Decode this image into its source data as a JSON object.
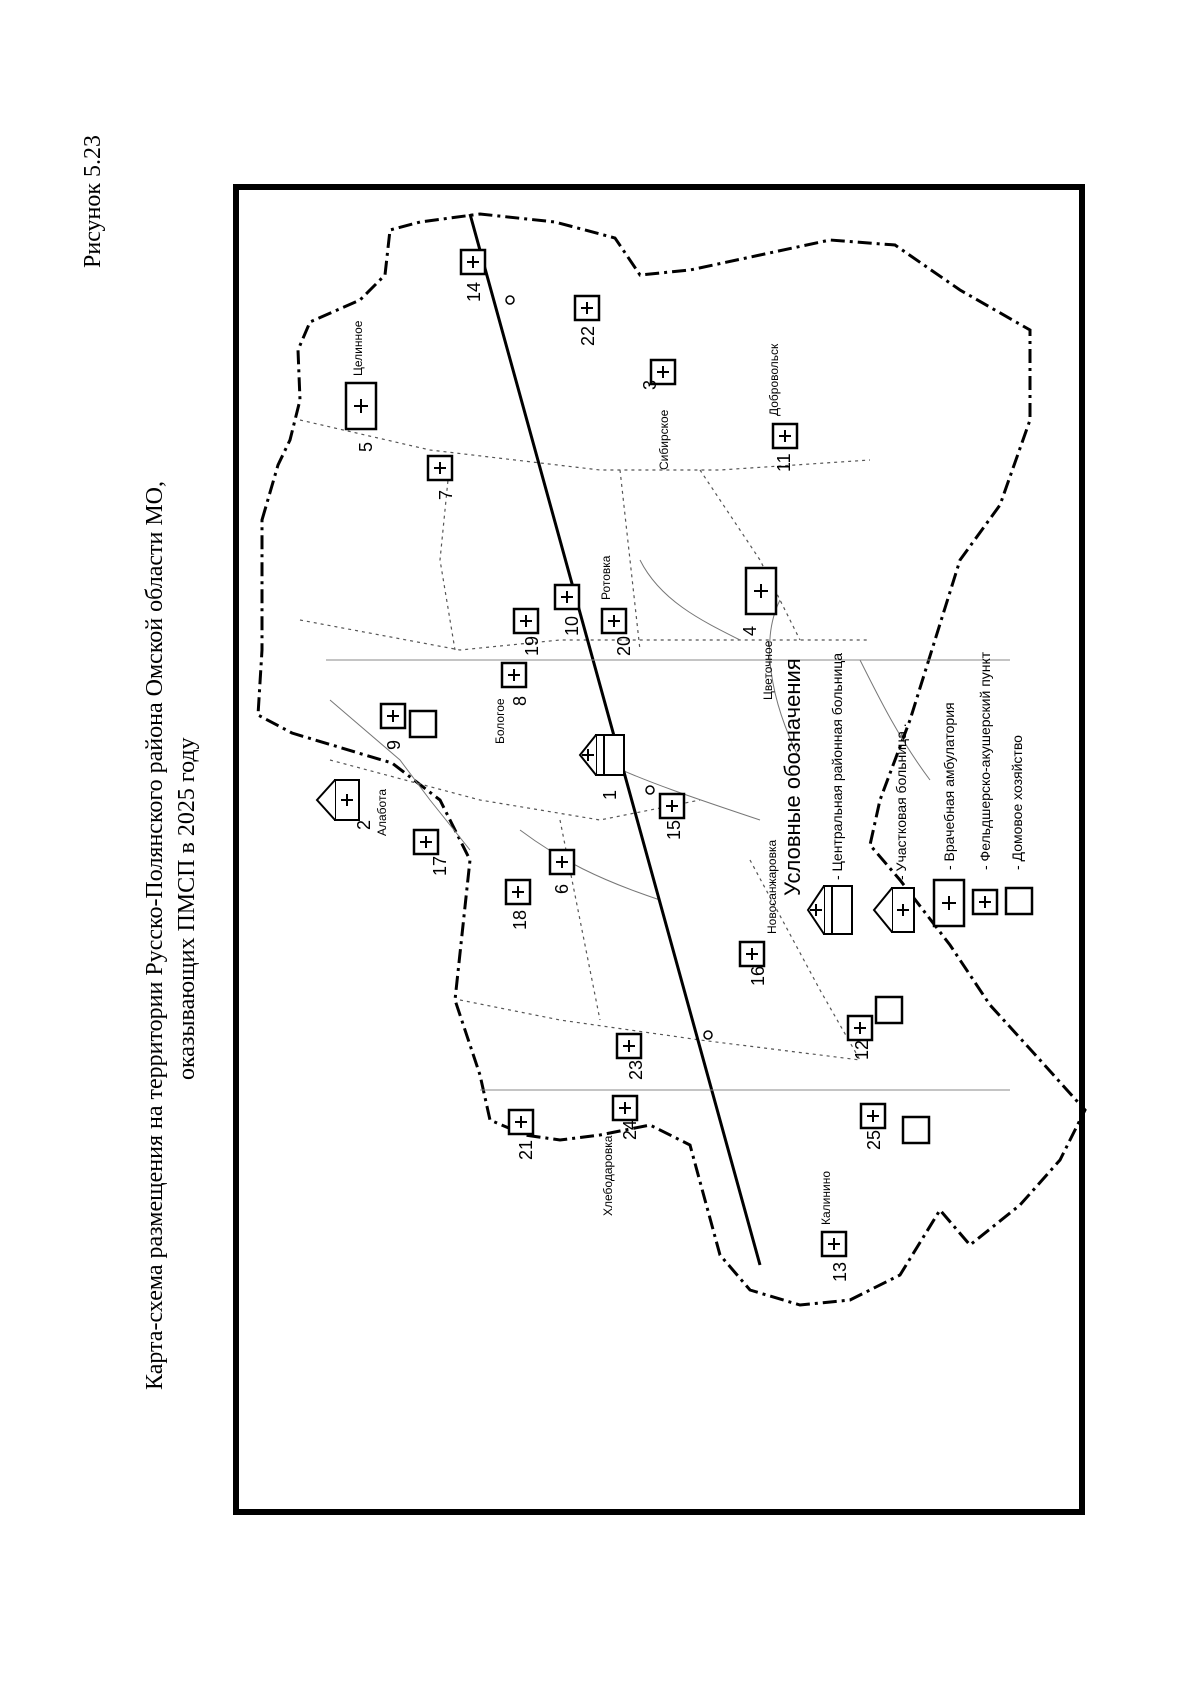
{
  "figure_label": "Рисунок 5.23",
  "caption_line1": "Карта-схема размещения на территории Русско-Полянского района Омской области МО,",
  "caption_line2": "оказывающих ПМСП в 2025 году",
  "legend": {
    "title": "Условные обозначения",
    "items": [
      {
        "shape": "crb-icon",
        "label": "- Центральная районная больница"
      },
      {
        "shape": "district-hospital-icon",
        "label": "- Участковая больница ."
      },
      {
        "shape": "ambulatory-icon",
        "label": "- Врачебная амбулатория"
      },
      {
        "shape": "fap-icon",
        "label": "- Фельдшерско-акушерский пункт"
      },
      {
        "shape": "home-care-icon",
        "label": "- Домовое хозяйство"
      }
    ]
  },
  "settlements": [
    {
      "num": "1",
      "name": "",
      "type": "crb"
    },
    {
      "num": "2",
      "name": "Алабота",
      "type": "district-hospital"
    },
    {
      "num": "3",
      "name": "Сибирское",
      "type": "fap"
    },
    {
      "num": "4",
      "name": "Цветочное",
      "type": "ambulatory"
    },
    {
      "num": "5",
      "name": "Целинное",
      "type": "ambulatory"
    },
    {
      "num": "6",
      "name": "",
      "type": "fap"
    },
    {
      "num": "7",
      "name": "",
      "type": "fap"
    },
    {
      "num": "8",
      "name": "Бологое",
      "type": "fap"
    },
    {
      "num": "9",
      "name": "",
      "type": "fap"
    },
    {
      "num": "10",
      "name": "",
      "type": "fap"
    },
    {
      "num": "11",
      "name": "Добровольск",
      "type": "fap"
    },
    {
      "num": "12",
      "name": "",
      "type": "fap"
    },
    {
      "num": "13",
      "name": "Калинино",
      "type": "fap"
    },
    {
      "num": "14",
      "name": "",
      "type": "fap"
    },
    {
      "num": "15",
      "name": "",
      "type": "fap"
    },
    {
      "num": "16",
      "name": "Новосанжаровка",
      "type": "fap"
    },
    {
      "num": "17",
      "name": "",
      "type": "fap"
    },
    {
      "num": "18",
      "name": "",
      "type": "fap"
    },
    {
      "num": "19",
      "name": "",
      "type": "fap"
    },
    {
      "num": "20",
      "name": "Ротовка",
      "type": "fap"
    },
    {
      "num": "21",
      "name": "",
      "type": "fap"
    },
    {
      "num": "22",
      "name": "",
      "type": "fap"
    },
    {
      "num": "23",
      "name": "",
      "type": "fap"
    },
    {
      "num": "24",
      "name": "Хлебодаровка",
      "type": "fap"
    },
    {
      "num": "25",
      "name": "",
      "type": "fap"
    }
  ],
  "home_care_markers": [
    "9",
    "12",
    "25"
  ]
}
